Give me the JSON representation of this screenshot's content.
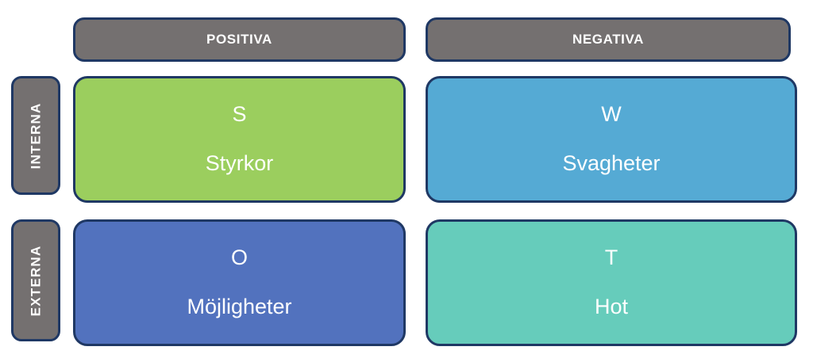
{
  "diagram": {
    "type": "swot-matrix",
    "language": "sv",
    "column_headers": [
      {
        "id": "positiva",
        "label": "POSITIVA"
      },
      {
        "id": "negativa",
        "label": "NEGATIVA"
      }
    ],
    "row_headers": [
      {
        "id": "interna",
        "label": "INTERNA"
      },
      {
        "id": "externa",
        "label": "EXTERNA"
      }
    ],
    "quadrants": [
      {
        "id": "strengths",
        "letter": "S",
        "label": "Styrkor",
        "row": "INTERNA",
        "column": "POSITIVA",
        "fill": "#9BCE5E"
      },
      {
        "id": "weaknesses",
        "letter": "W",
        "label": "Svagheter",
        "row": "INTERNA",
        "column": "NEGATIVA",
        "fill": "#55AAD4"
      },
      {
        "id": "opportunities",
        "letter": "O",
        "label": "Möjligheter",
        "row": "EXTERNA",
        "column": "POSITIVA",
        "fill": "#5272BE"
      },
      {
        "id": "threats",
        "letter": "T",
        "label": "Hot",
        "row": "EXTERNA",
        "column": "NEGATIVA",
        "fill": "#66CCBB"
      }
    ],
    "colors": {
      "header_fill": "#747070",
      "border": "#1F3864",
      "text": "#FFFFFF",
      "background": "#FFFFFF"
    }
  }
}
